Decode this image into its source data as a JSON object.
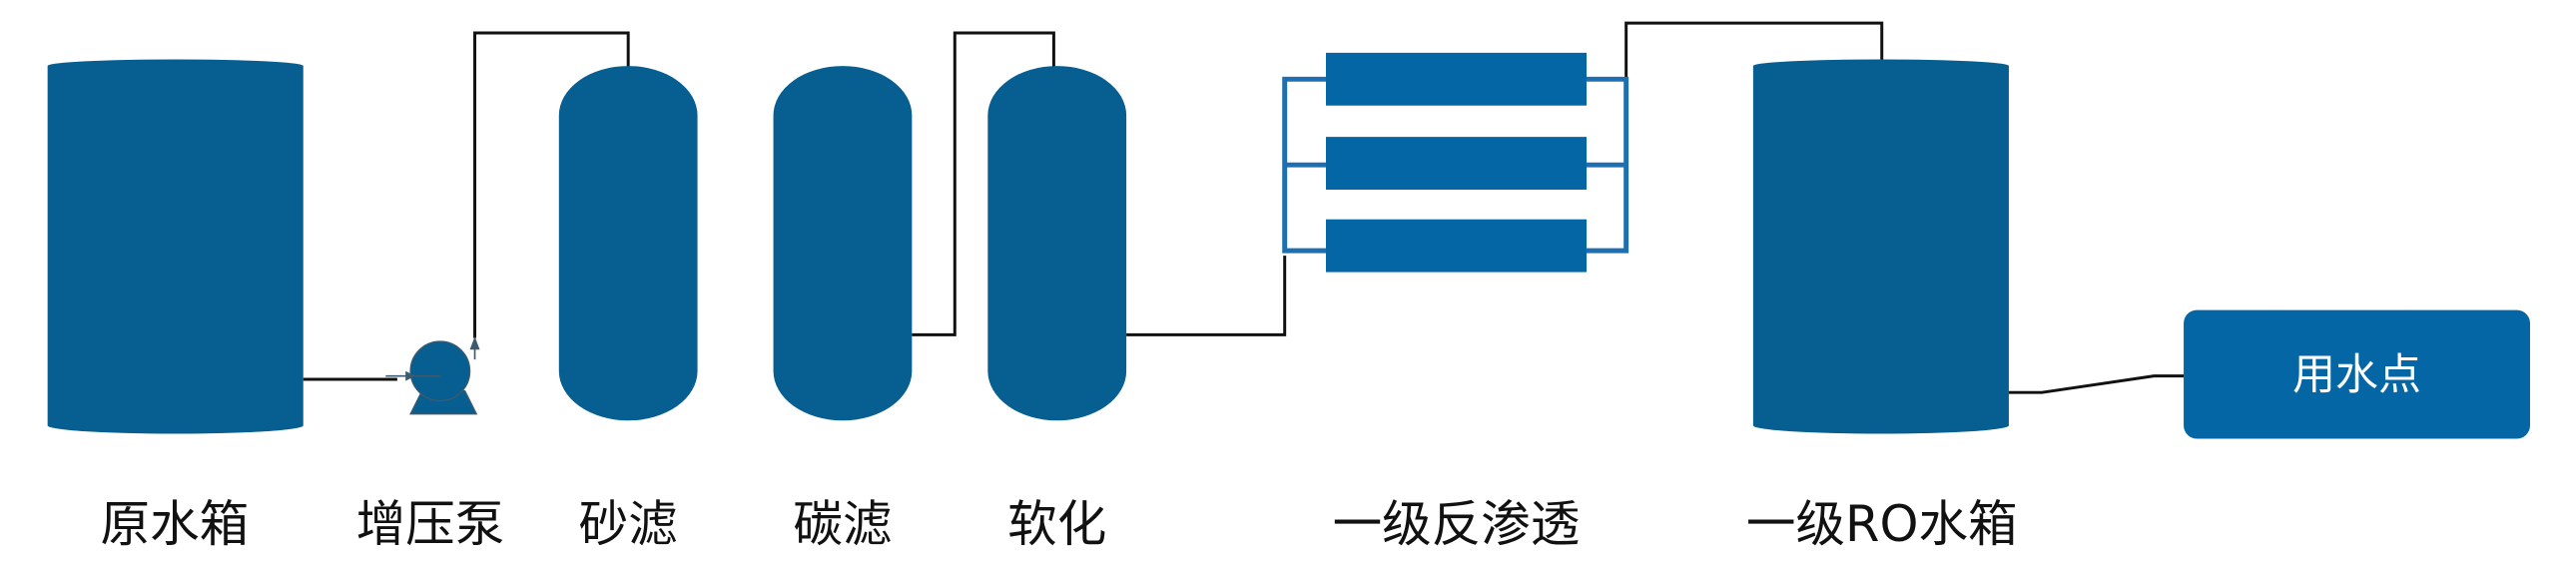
{
  "colors": {
    "tank": "#065e91",
    "membrane": "#0566a6",
    "pipe": "#111111",
    "manifold": "#1f6fb0"
  },
  "labels": {
    "raw_tank": "原水箱",
    "booster_pump": "增压泵",
    "sand_filter": "砂滤",
    "carbon_filter": "碳滤",
    "softener": "软化",
    "ro_stage1": "一级反渗透",
    "ro_tank": "一级RO水箱"
  },
  "use_point": "用水点"
}
